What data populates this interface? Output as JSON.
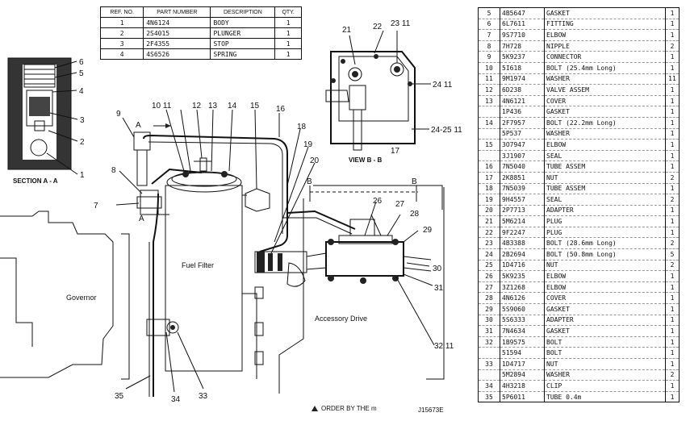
{
  "small_table": {
    "headers": [
      "REF. NO.",
      "PART NUMBER",
      "DESCRIPTION",
      "QTY."
    ],
    "rows": [
      [
        "1",
        "4N6124",
        "BODY",
        "1"
      ],
      [
        "2",
        "2S4015",
        "PLUNGER",
        "1"
      ],
      [
        "3",
        "2F4355",
        "STOP",
        "1"
      ],
      [
        "4",
        "4S6526",
        "SPRING",
        "1"
      ]
    ]
  },
  "parts_list": [
    {
      "ref": "5",
      "pn": "4B5647",
      "desc": "GASKET",
      "qty": "1"
    },
    {
      "ref": "6",
      "pn": "6L7611",
      "desc": "FITTING",
      "qty": "1"
    },
    {
      "ref": "7",
      "pn": "9S7710",
      "desc": "ELBOW",
      "qty": "1"
    },
    {
      "ref": "8",
      "pn": "7H728",
      "desc": "NIPPLE",
      "qty": "2"
    },
    {
      "ref": "9",
      "pn": "5K9237",
      "desc": "CONNECTOR",
      "qty": "1"
    },
    {
      "ref": "10",
      "pn": "5I618",
      "desc": "BOLT (25.4mm Long)",
      "qty": "1"
    },
    {
      "ref": "11",
      "pn": "9M1974",
      "desc": "WASHER",
      "qty": "11"
    },
    {
      "ref": "12",
      "pn": "6D238",
      "desc": "VALVE ASSEM",
      "qty": "1"
    },
    {
      "ref": "13",
      "pn": "4N6121",
      "desc": "COVER",
      "qty": "1"
    },
    {
      "ref": "",
      "pn": "1P436",
      "desc": "GASKET",
      "qty": "1"
    },
    {
      "ref": "14",
      "pn": "2F7957",
      "desc": "BOLT (22.2mm Long)",
      "qty": "1"
    },
    {
      "ref": "",
      "pn": "5P537",
      "desc": "WASHER",
      "qty": "1"
    },
    {
      "ref": "15",
      "pn": "3O7947",
      "desc": "ELBOW",
      "qty": "1"
    },
    {
      "ref": "",
      "pn": "3J1907",
      "desc": "SEAL",
      "qty": "1"
    },
    {
      "ref": "16",
      "pn": "7N5040",
      "desc": "TUBE ASSEM",
      "qty": "1"
    },
    {
      "ref": "17",
      "pn": "2K8851",
      "desc": "NUT",
      "qty": "2"
    },
    {
      "ref": "18",
      "pn": "7N5039",
      "desc": "TUBE ASSEM",
      "qty": "1"
    },
    {
      "ref": "19",
      "pn": "9H4557",
      "desc": "SEAL",
      "qty": "2"
    },
    {
      "ref": "20",
      "pn": "2P7713",
      "desc": "ADAPTER",
      "qty": "1"
    },
    {
      "ref": "21",
      "pn": "5M6214",
      "desc": "PLUG",
      "qty": "1"
    },
    {
      "ref": "22",
      "pn": "9F2247",
      "desc": "PLUG",
      "qty": "1"
    },
    {
      "ref": "23",
      "pn": "4B3388",
      "desc": "BOLT (28.6mm Long)",
      "qty": "2"
    },
    {
      "ref": "24",
      "pn": "2B2694",
      "desc": "BOLT (50.8mm Long)",
      "qty": "5"
    },
    {
      "ref": "25",
      "pn": "1D4716",
      "desc": "NUT",
      "qty": "2"
    },
    {
      "ref": "26",
      "pn": "5K9235",
      "desc": "ELBOW",
      "qty": "1"
    },
    {
      "ref": "27",
      "pn": "3Z1268",
      "desc": "ELBOW",
      "qty": "1"
    },
    {
      "ref": "28",
      "pn": "4N6126",
      "desc": "COVER",
      "qty": "1"
    },
    {
      "ref": "29",
      "pn": "5S9060",
      "desc": "GASKET",
      "qty": "1"
    },
    {
      "ref": "30",
      "pn": "5S6333",
      "desc": "ADAPTER",
      "qty": "1"
    },
    {
      "ref": "31",
      "pn": "7N4634",
      "desc": "GASKET",
      "qty": "1"
    },
    {
      "ref": "32",
      "pn": "1B9575",
      "desc": "BOLT",
      "qty": "1"
    },
    {
      "ref": "",
      "pn": "51594",
      "desc": "BOLT",
      "qty": "1"
    },
    {
      "ref": "33",
      "pn": "1D4717",
      "desc": "NUT",
      "qty": "1"
    },
    {
      "ref": "",
      "pn": "5M2894",
      "desc": "WASHER",
      "qty": "2"
    },
    {
      "ref": "34",
      "pn": "4H3218",
      "desc": "CLIP",
      "qty": "1"
    },
    {
      "ref": "35",
      "pn": "5P6011",
      "desc": "TUBE 0.4m",
      "qty": "1"
    }
  ],
  "labels": {
    "section_caption": "SECTION A - A",
    "view_caption": "VIEW B - B",
    "fuel_filter": "Fuel Filter",
    "governor": "Governor",
    "accessory_drive": "Accessory Drive",
    "order_note": "ORDER BY THE m",
    "drawing_number": "J15673E"
  },
  "callouts": [
    "1",
    "2",
    "3",
    "4",
    "5",
    "6",
    "7",
    "8",
    "9",
    "10 11",
    "12",
    "13",
    "14",
    "15",
    "16",
    "17",
    "18",
    "19",
    "20",
    "21",
    "22",
    "23 11",
    "24 11",
    "24-25 11",
    "26",
    "27",
    "28",
    "29",
    "30",
    "31",
    "32 11",
    "33",
    "34",
    "35",
    "A",
    "A",
    "B",
    "B"
  ]
}
